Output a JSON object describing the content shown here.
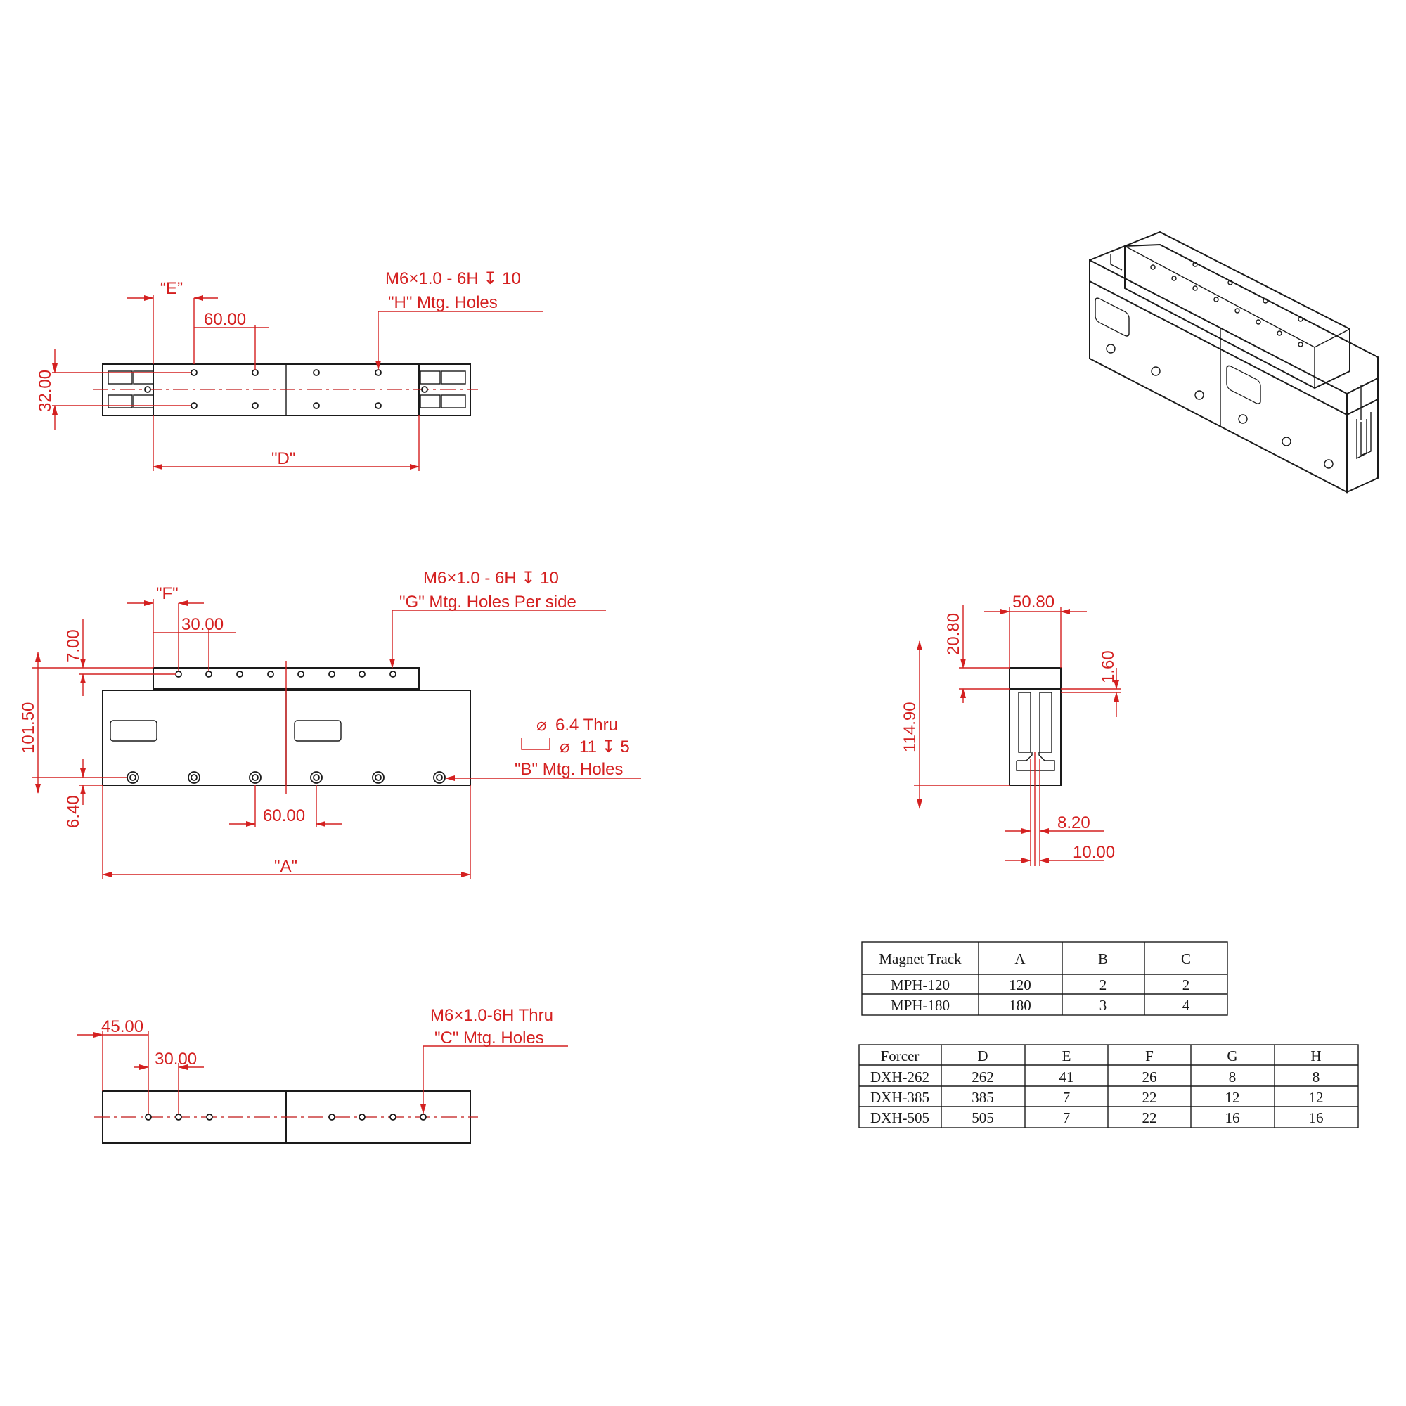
{
  "top_view": {
    "dim_e": "“E”",
    "dim_pitch": "60.00",
    "dim_width": "32.00",
    "dim_d": "\"D\"",
    "note_thread": "M6×1.0 - 6H ↧ 10",
    "note_holes": "\"H\" Mtg. Holes"
  },
  "side_view": {
    "dim_f": "\"F\"",
    "dim_pitch_top": "30.00",
    "dim_forcer_h": "7.00",
    "dim_height": "101.50",
    "dim_bottom": "6.40",
    "dim_pitch_bottom": "60.00",
    "dim_a": "\"A\"",
    "note_thread": "M6×1.0 - 6H ↧ 10",
    "note_g_holes": "\"G\" Mtg. Holes Per side",
    "note_thru": "6.4 Thru",
    "note_cbore": "11 ↧ 5",
    "note_b_holes": "\"B\" Mtg. Holes"
  },
  "bottom_view": {
    "dim_offset": "45.00",
    "dim_pitch": "30.00",
    "note_thread": "M6×1.0-6H Thru",
    "note_c_holes": "\"C\" Mtg. Holes"
  },
  "end_view": {
    "dim_width": "50.80",
    "dim_top": "20.80",
    "dim_gap": "1.60",
    "dim_height": "114.90",
    "dim_slot": "8.20",
    "dim_blade": "10.00"
  },
  "magnet_table": {
    "headers": [
      "Magnet Track",
      "A",
      "B",
      "C"
    ],
    "rows": [
      [
        "MPH-120",
        "120",
        "2",
        "2"
      ],
      [
        "MPH-180",
        "180",
        "3",
        "4"
      ]
    ]
  },
  "forcer_table": {
    "headers": [
      "Forcer",
      "D",
      "E",
      "F",
      "G",
      "H"
    ],
    "rows": [
      [
        "DXH-262",
        "262",
        "41",
        "26",
        "8",
        "8"
      ],
      [
        "DXH-385",
        "385",
        "7",
        "22",
        "12",
        "12"
      ],
      [
        "DXH-505",
        "505",
        "7",
        "22",
        "16",
        "16"
      ]
    ]
  },
  "colors": {
    "dimension": "#d42020",
    "outline": "#1a1a1a"
  }
}
